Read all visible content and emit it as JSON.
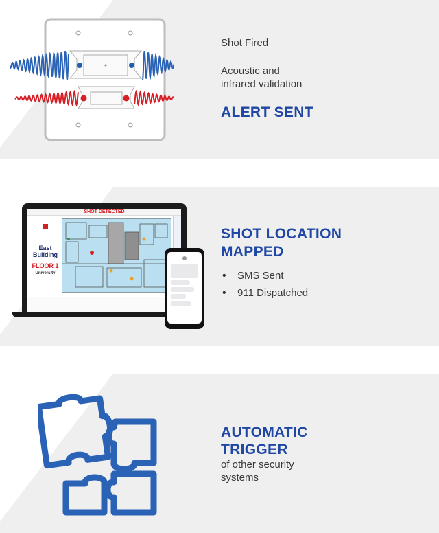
{
  "section1": {
    "line1": "Shot Fired",
    "line2a": "Acoustic and",
    "line2b": "infrared validation",
    "headline": "ALERT SENT"
  },
  "section2": {
    "headline_line1": "SHOT LOCATION",
    "headline_line2": "MAPPED",
    "bullets": [
      "SMS Sent",
      "911 Dispatched"
    ],
    "laptop": {
      "banner": "SHOT DETECTED",
      "building": "East",
      "building2": "Building",
      "floor": "FLOOR 1",
      "org": "University"
    }
  },
  "section3": {
    "headline_line1": "AUTOMATIC",
    "headline_line2": "TRIGGER",
    "sub1": "of other security",
    "sub2": "systems"
  },
  "colors": {
    "accent": "#1f47a3",
    "icon_blue": "#2a62b5",
    "red": "#d61f26",
    "band": "#efefef"
  },
  "icons": [
    "sensor-device-icon",
    "laptop-floorplan-icon",
    "phone-sms-icon",
    "puzzle-icon"
  ]
}
